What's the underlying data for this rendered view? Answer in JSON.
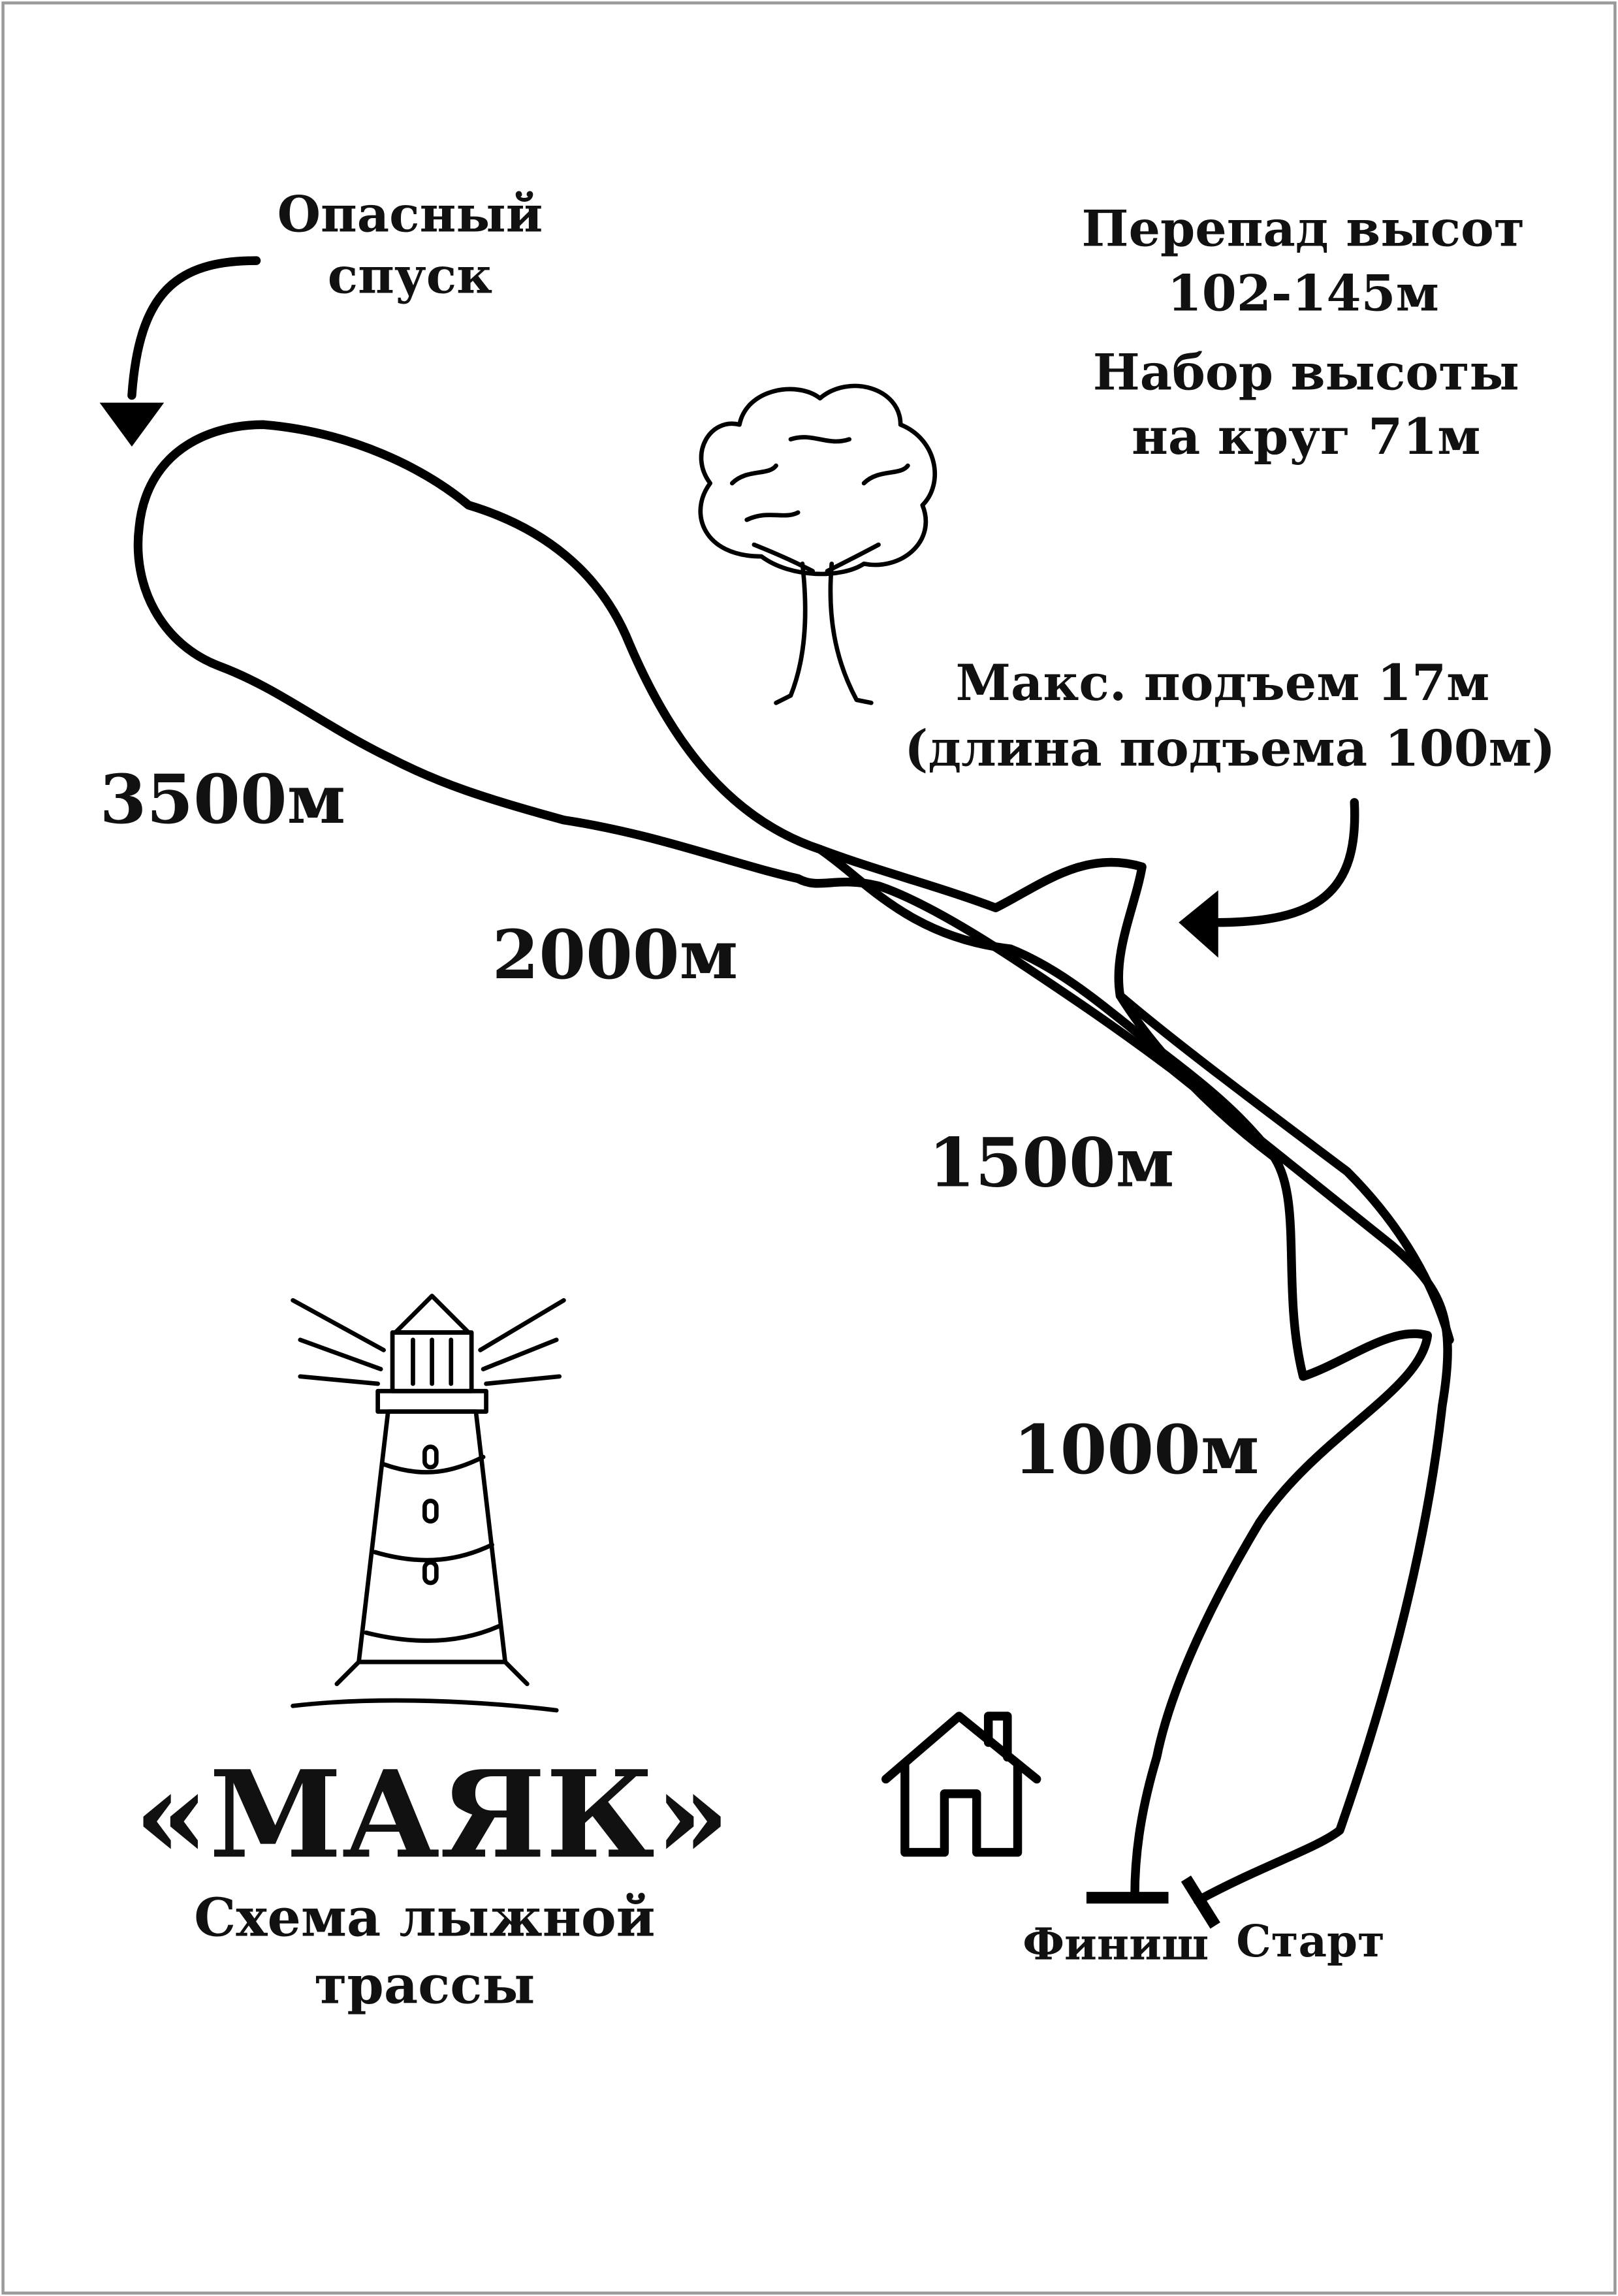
{
  "annotations": {
    "danger_line1": "Опасный",
    "danger_line2": "спуск",
    "elevation_line1": "Перепад высот",
    "elevation_line2": "102-145м",
    "elevation_line3": "Набор высоты",
    "elevation_line4": "на круг 71м",
    "climb_line1": "Макс. подъем 17м",
    "climb_line2": "(длина подъема 100м)"
  },
  "distances": [
    "3500м",
    "2000м",
    "1500м",
    "1000м"
  ],
  "markers": {
    "finish": "Финиш",
    "start": "Старт"
  },
  "title": {
    "name": "«МАЯК»",
    "subtitle_line1": "Схема лыжной",
    "subtitle_line2": "трассы"
  },
  "colors": {
    "ink": "#000000",
    "background": "#ffffff"
  }
}
